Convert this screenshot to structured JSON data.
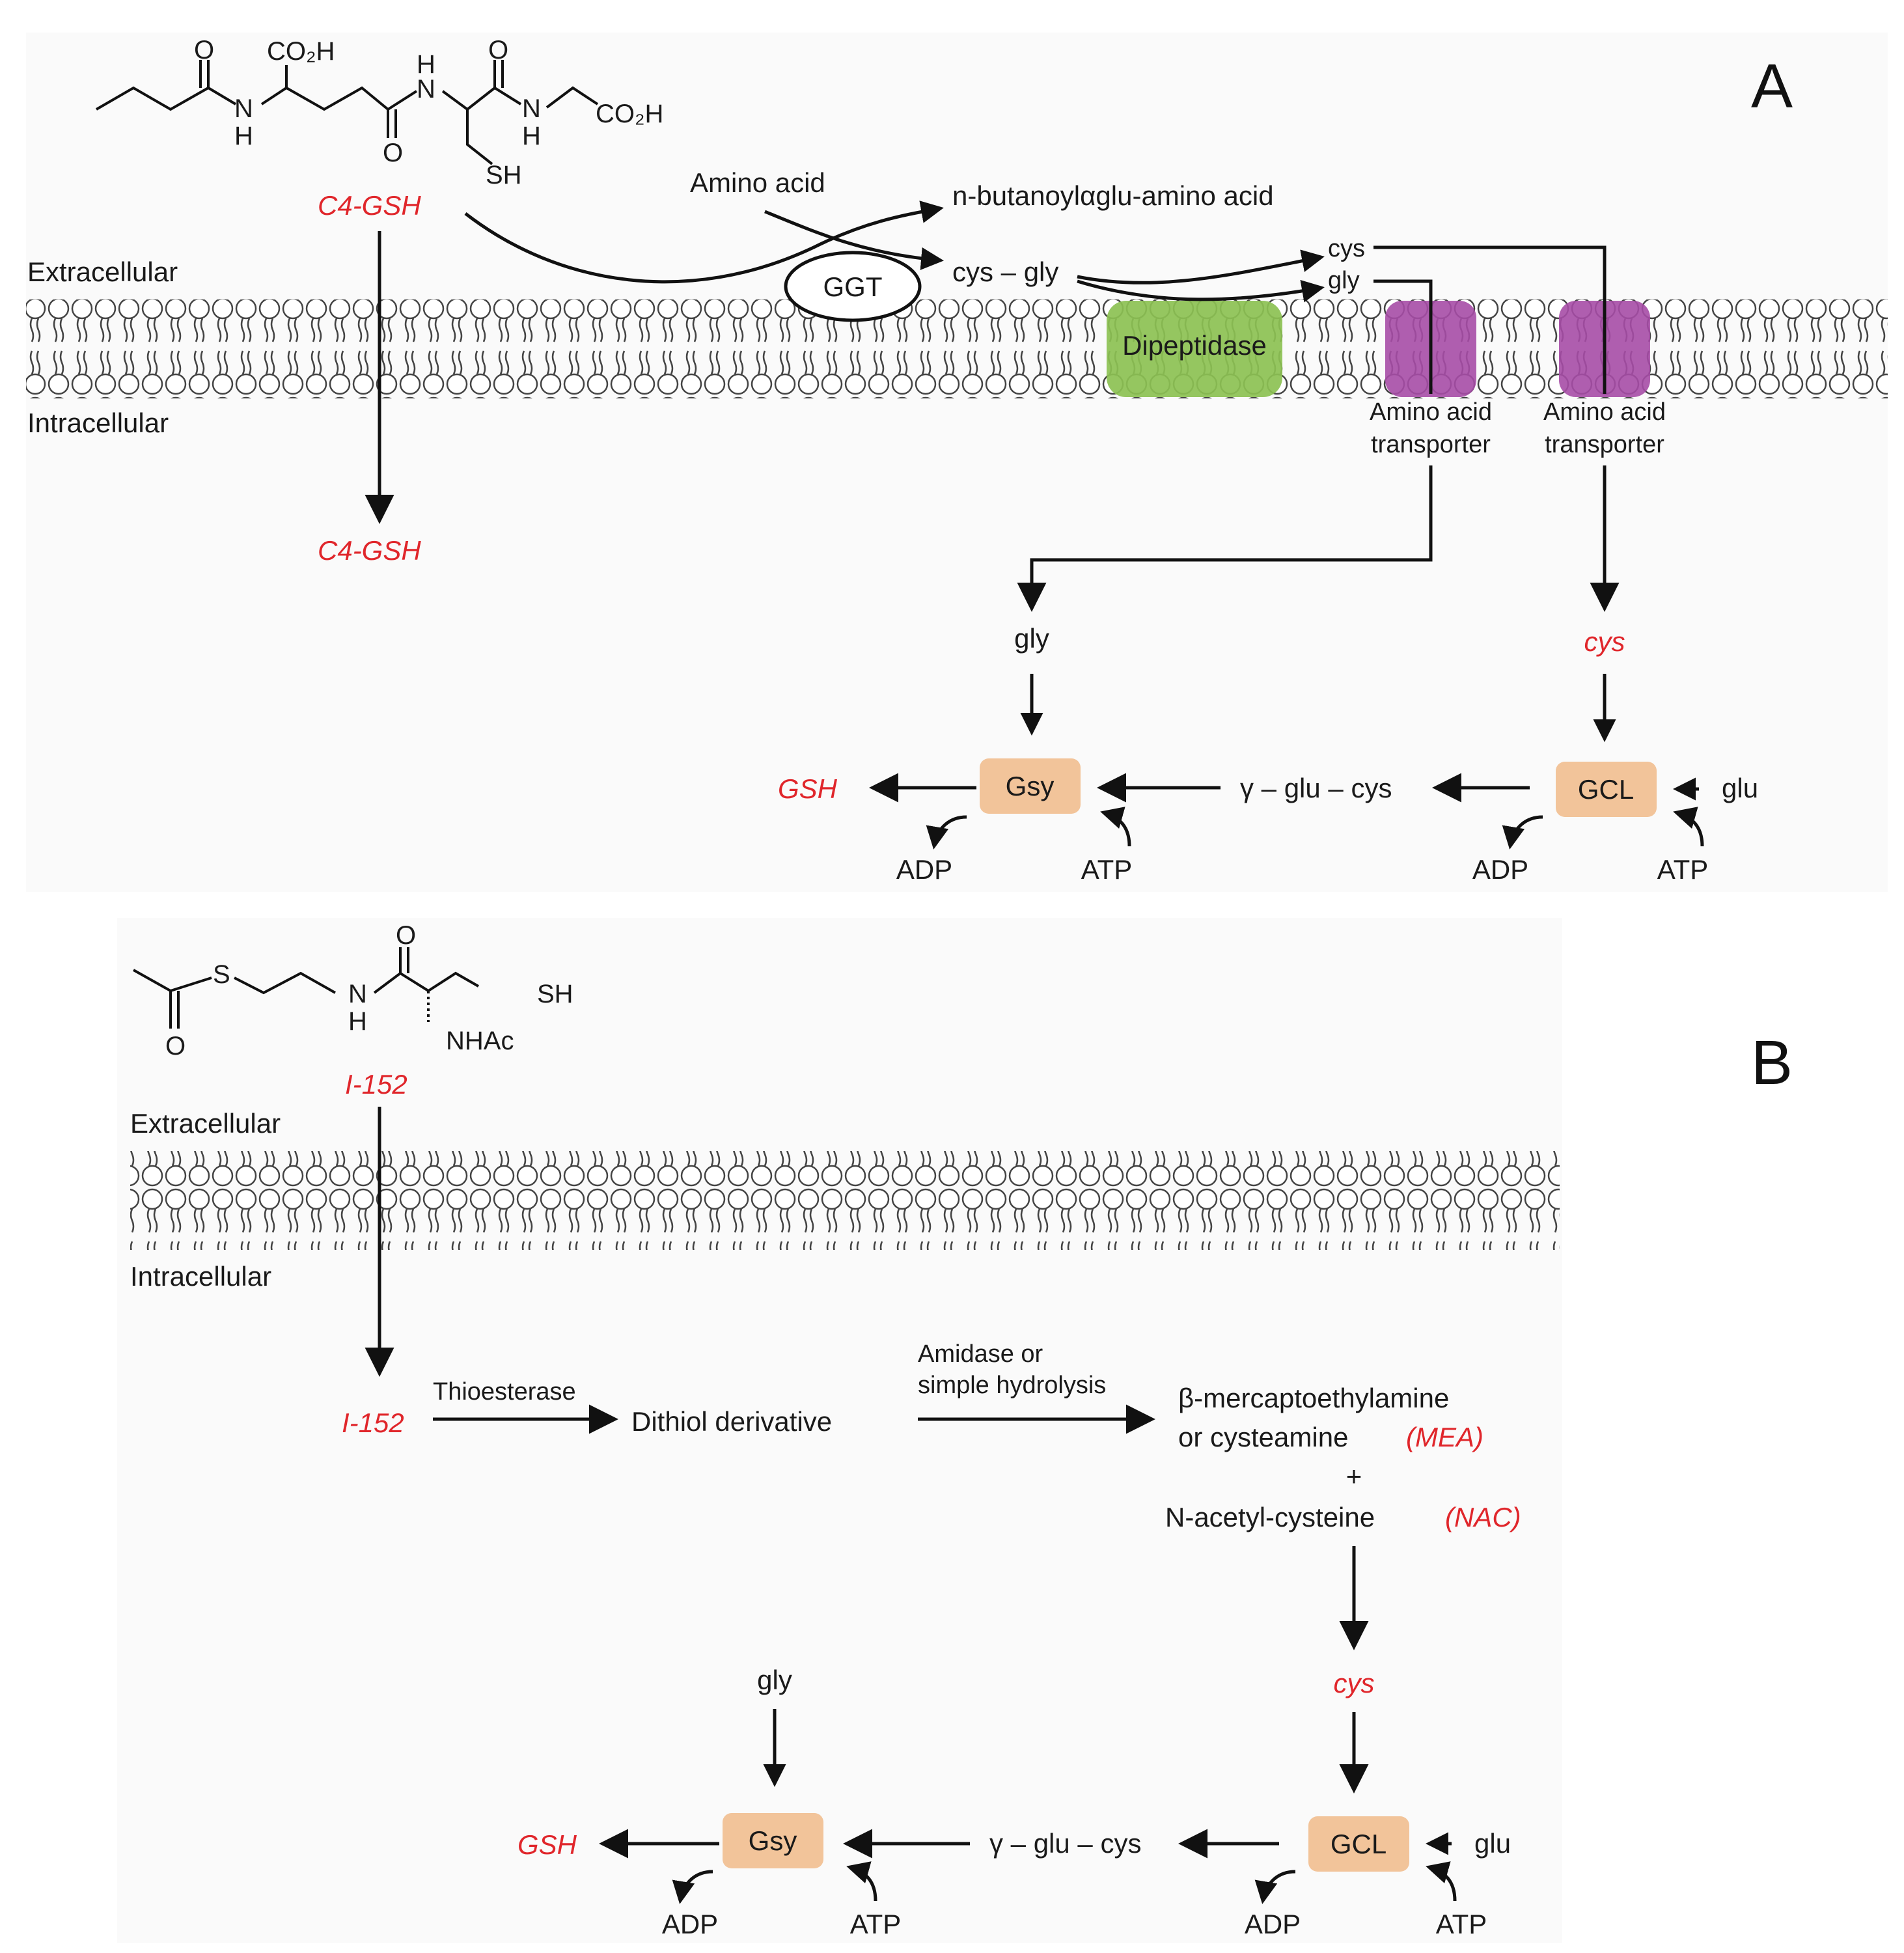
{
  "panel_a": {
    "letter": "A",
    "compound": "C4-GSH",
    "compound_intracellular": "C4-GSH",
    "extracellular": "Extracellular",
    "intracellular": "Intracellular",
    "amino_acid": "Amino acid",
    "product": "n-butanoylαglu-amino acid",
    "ggt": "GGT",
    "cys_gly": "cys – gly",
    "cys_top": "cys",
    "gly_top": "gly",
    "dipeptidase": "Dipeptidase",
    "transporter_1": [
      "Amino acid",
      "transporter"
    ],
    "transporter_2": [
      "Amino acid",
      "transporter"
    ],
    "gly": "gly",
    "cys": "cys",
    "gsh": "GSH",
    "gsy": "Gsy",
    "gamma_glu_cys": "γ – glu – cys",
    "gcl": "GCL",
    "glu": "glu",
    "adp_1": "ADP",
    "atp_1": "ATP",
    "adp_2": "ADP",
    "atp_2": "ATP",
    "chem": {
      "o1": "O",
      "co2h_1": "CO₂H",
      "nh_1": [
        "N",
        "H"
      ],
      "o2": "O",
      "nh_2": [
        "H",
        "N"
      ],
      "o3": "O",
      "nh_3": [
        "N",
        "H"
      ],
      "co2h_2": "CO₂H",
      "sh": "SH"
    }
  },
  "panel_b": {
    "letter": "B",
    "compound": "I-152",
    "compound_intracellular": "I-152",
    "extracellular": "Extracellular",
    "intracellular": "Intracellular",
    "thioesterase": "Thioesterase",
    "dithiol": "Dithiol derivative",
    "amidase": [
      "Amidase or",
      "simple hydrolysis"
    ],
    "mea_line1": "β-mercaptoethylamine",
    "mea_line2": "or cysteamine",
    "mea_abbr": "(MEA)",
    "plus": "+",
    "nac": "N-acetyl-cysteine",
    "nac_abbr": "(NAC)",
    "cys": "cys",
    "gly": "gly",
    "gsh": "GSH",
    "gsy": "Gsy",
    "gamma_glu_cys": "γ – glu – cys",
    "gcl": "GCL",
    "glu": "glu",
    "adp_1": "ADP",
    "atp_1": "ATP",
    "adp_2": "ADP",
    "atp_2": "ATP",
    "chem": {
      "s": "S",
      "o": "O",
      "nh": [
        "N",
        "H"
      ],
      "o2": "O",
      "sh": "SH",
      "nhac": "NHAc"
    }
  },
  "colors": {
    "red_label": "#e0262b",
    "enzyme_box": "#f2c49a",
    "dipeptidase": "#8cc152",
    "transporter": "#a64ca6",
    "panel_bg": "#fafafa"
  }
}
